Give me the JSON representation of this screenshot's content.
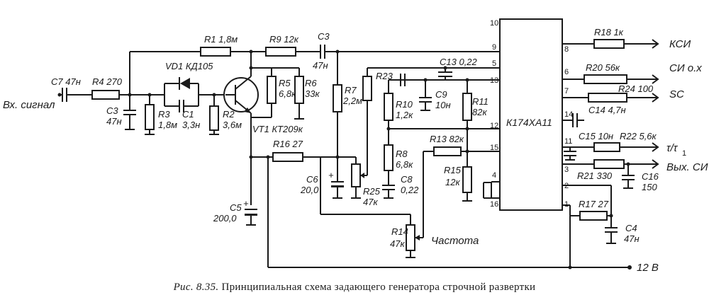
{
  "caption": {
    "label": "Рис. 8.35.",
    "text": "Принципиальная схема задающего генератора строчной развертки"
  },
  "ic": {
    "name": "К174ХА11"
  },
  "pins": [
    "10",
    "9",
    "5",
    "13",
    "12",
    "15",
    "4",
    "16",
    "8",
    "6",
    "7",
    "14",
    "11",
    "3",
    "2",
    "1"
  ],
  "io": {
    "input": "Вх. сигнал",
    "ksi": "КСИ",
    "si_ox": "СИ о.х",
    "sc": "SC",
    "tau": "τ/τ",
    "tau_sub": "1",
    "vyh_si": "Вых. СИ",
    "plus_12v": "12 В",
    "chastota": "Частота"
  },
  "components": {
    "C7": "C7 47н",
    "R4": "R4 270",
    "C3a": "C3",
    "C3a_val": "47н",
    "VD1": "VD1 КД105",
    "R3": "R3",
    "R3_val": "1,8м",
    "C1": "C1",
    "C1_val": "3,3н",
    "R2": "R2",
    "R2_val": "3,6м",
    "R1": "R1 1,8м",
    "R9": "R9 12к",
    "C3b": "C3",
    "C3b_val": "47н",
    "R5": "R5",
    "R5_val": "6,8к",
    "R6": "R6",
    "R6_val": "33к",
    "VT1": "VT1 КТ209к",
    "R7": "R7",
    "R7_val": "2,2м",
    "R23": "R23",
    "C13": "C13 0,22",
    "C9": "C9",
    "C9_val": "10н",
    "R10": "R10",
    "R10_val": "1,2к",
    "R11": "R11",
    "R11_val": "82к",
    "R8": "R8",
    "R8_val": "6,8к",
    "C8": "C8",
    "C8_val": "0,22",
    "R13": "R13 82к",
    "R15": "R15",
    "R15_val": "12к",
    "R16": "R16 27",
    "C6": "C6",
    "C6_val": "20,0",
    "R25": "R25",
    "R25_val": "47к",
    "C5": "C5",
    "C5_val": "200,0",
    "R14": "R14",
    "R14_val": "47к",
    "R18": "R18 1к",
    "R20": "R20 56к",
    "R24": "R24 100",
    "C14": "C14 4,7н",
    "C15": "C15 10н",
    "R22": "R22 5,6к",
    "R21": "R21 330",
    "C16": "C16",
    "C16_val": "150",
    "R17": "R17 27",
    "C4": "C4",
    "C4_val": "47н"
  }
}
